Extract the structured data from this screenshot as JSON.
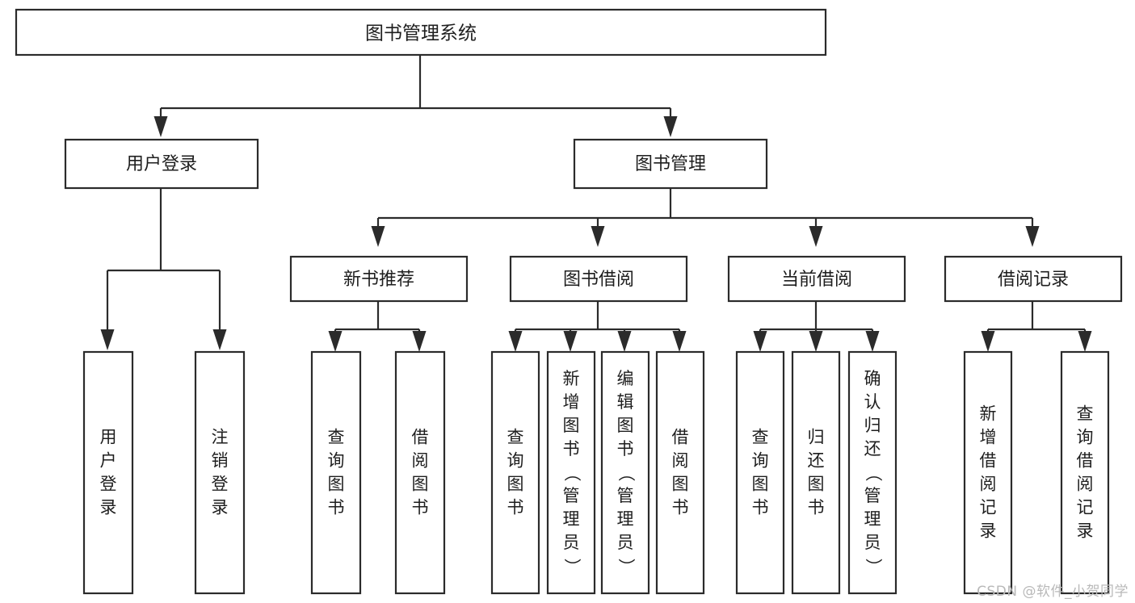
{
  "diagram": {
    "title": "图书管理系统",
    "type": "hierarchy-tree",
    "orientation": "top-down",
    "background_color": "#ffffff",
    "line_color": "#2b2b2b",
    "text_color": "#1e1e1e",
    "root": {
      "id": "root",
      "label": "图书管理系统",
      "level": 0
    },
    "level1": [
      {
        "id": "user-login",
        "label": "用户登录",
        "level": 1
      },
      {
        "id": "book-management",
        "label": "图书管理",
        "level": 1
      }
    ],
    "level2": [
      {
        "id": "new-book-recommend",
        "label": "新书推荐",
        "level": 2,
        "parent": "book-management"
      },
      {
        "id": "book-borrow",
        "label": "图书借阅",
        "level": 2,
        "parent": "book-management"
      },
      {
        "id": "current-borrow",
        "label": "当前借阅",
        "level": 2,
        "parent": "book-management"
      },
      {
        "id": "borrow-record",
        "label": "借阅记录",
        "level": 2,
        "parent": "book-management"
      }
    ],
    "leaves": [
      {
        "id": "leaf-user-login",
        "label": "用户登录",
        "parent": "user-login"
      },
      {
        "id": "leaf-user-logout",
        "label": "注销登录",
        "parent": "user-login"
      },
      {
        "id": "leaf-query-book-1",
        "label": "查询图书",
        "parent": "new-book-recommend"
      },
      {
        "id": "leaf-borrow-book-1",
        "label": "借阅图书",
        "parent": "new-book-recommend"
      },
      {
        "id": "leaf-query-book-2",
        "label": "查询图书",
        "parent": "book-borrow"
      },
      {
        "id": "leaf-add-book",
        "label": "新增图书（管理员）",
        "parent": "book-borrow"
      },
      {
        "id": "leaf-edit-book",
        "label": "编辑图书（管理员）",
        "parent": "book-borrow"
      },
      {
        "id": "leaf-borrow-book-2",
        "label": "借阅图书",
        "parent": "book-borrow"
      },
      {
        "id": "leaf-query-book-3",
        "label": "查询图书",
        "parent": "current-borrow"
      },
      {
        "id": "leaf-return-book",
        "label": "归还图书",
        "parent": "current-borrow"
      },
      {
        "id": "leaf-confirm-return",
        "label": "确认归还（管理员）",
        "parent": "current-borrow"
      },
      {
        "id": "leaf-add-record",
        "label": "新增借阅记录",
        "parent": "borrow-record"
      },
      {
        "id": "leaf-query-record",
        "label": "查询借阅记录",
        "parent": "borrow-record"
      }
    ]
  },
  "watermark": {
    "text": "CSDN @软件_小贺同学"
  }
}
